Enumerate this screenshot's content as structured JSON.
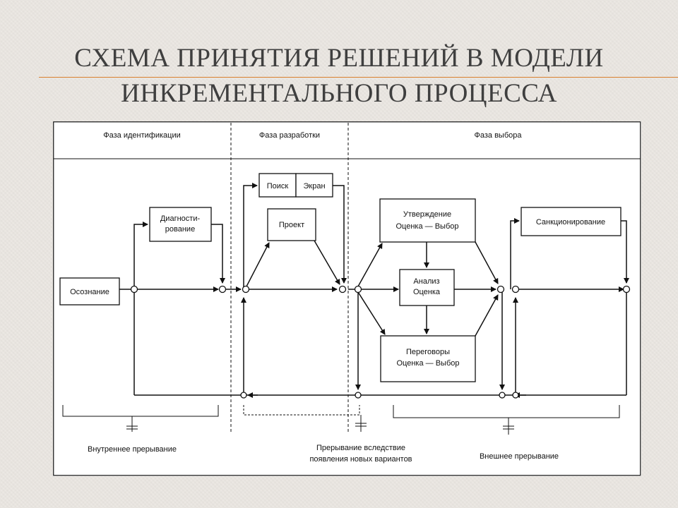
{
  "slide": {
    "title_line1": "СХЕМА ПРИНЯТИЯ РЕШЕНИЙ В МОДЕЛИ",
    "title_line2": "ИНКРЕМЕНТАЛЬНОГО ПРОЦЕССА"
  },
  "diagram": {
    "phases": {
      "identification": "Фаза идентификации",
      "development": "Фаза разработки",
      "selection": "Фаза выбора"
    },
    "nodes": {
      "awareness": "Осознание",
      "diagnosis_1": "Диагности-",
      "diagnosis_2": "рование",
      "search": "Поиск",
      "screen": "Экран",
      "design": "Проект",
      "approval_1": "Утверждение",
      "approval_2": "Оценка — Выбор",
      "analysis_1": "Анализ",
      "analysis_2": "Оценка",
      "negotiation_1": "Переговоры",
      "negotiation_2": "Оценка — Выбор",
      "sanction": "Санкционирование"
    },
    "interrupts": {
      "internal": "Внутреннее прерывание",
      "new_options_1": "Прерывание вследствие",
      "new_options_2": "появления новых вариантов",
      "external": "Внешнее прерывание"
    }
  }
}
